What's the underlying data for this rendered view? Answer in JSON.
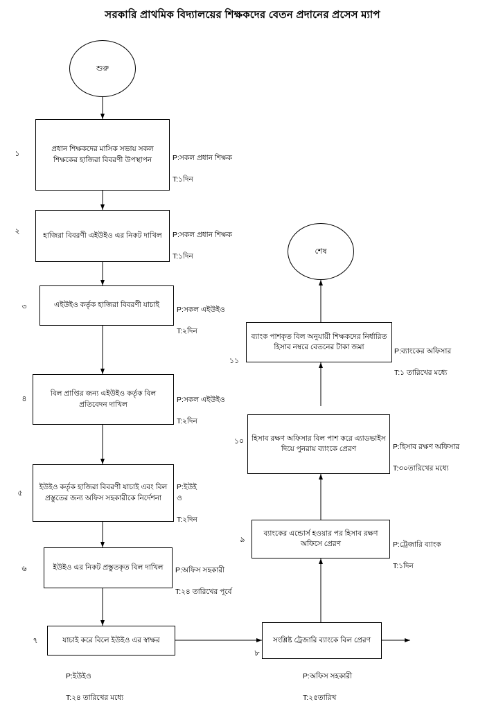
{
  "title": "সরকারি প্রাথমিক বিদ্যালয়ের শিক্ষকদের বেতন প্রদানের প্রসেস ম্যাপ",
  "terminators": {
    "start": "শুরু",
    "end": "শেষ"
  },
  "steps": [
    {
      "num": "১",
      "text": "প্রধান শিক্ষকদের মাসিক সভায় সকল শিক্ষকের হাজিরা বিবরণী উপস্থাপন",
      "p": "P:সকল প্রধান শিক্ষক",
      "t": "T:১দিন"
    },
    {
      "num": "২",
      "text": "হাজিরা বিবরণী এইউইও এর নিকট দাখিল",
      "p": "P:সকল প্রধান শিক্ষক",
      "t": "T:১দিন"
    },
    {
      "num": "৩",
      "text": "এইউইও কর্তৃক হাজিরা বিবরণী যাচাই",
      "p": "P:সকল এইউইও",
      "t": "T:২দিন"
    },
    {
      "num": "৪",
      "text": "বিল প্রাপ্তির জন্য এইউইও কর্তৃক বিল প্রতিবেদন দাখিল",
      "p": "P:সকল এইউইও",
      "t": "T:২দিন"
    },
    {
      "num": "৫",
      "text": "ইউইও কর্তৃক হাজিরা বিবরণী যাচাই এবং বিল প্রস্তুতের জন্য অফিস সহকারীকে নির্দেশনা",
      "p": "P:ইউই\nও",
      "t": "T:২দিন"
    },
    {
      "num": "৬",
      "text": "ইউইও এর নিকট প্রস্তুতকৃত বিল দাখিল",
      "p": "P:অফিস সহকারী",
      "t": "T:২৪ তারিখের পূর্বে"
    },
    {
      "num": "৭",
      "text": "যাচাই করে বিলে ইউইও এর স্বাক্ষর",
      "p": "P:ইউইও",
      "t": "T:২৪ তারিখের মধ্যে"
    },
    {
      "num": "৮",
      "text": "সংশ্লিষ্ট ট্রেজারি ব্যাংকে বিল প্রেরণ",
      "p": "P:অফিস সহকারী",
      "t": "T:২৫তারিখ"
    },
    {
      "num": "৯",
      "text": "ব্যাংকের এন্ডোর্স হওয়ার পর হিসাব রক্ষণ অফিসে প্রেরণ",
      "p": "P:ট্রেজারি ব্যাংক",
      "t": "T:১দিন"
    },
    {
      "num": "১০",
      "text": "হিসাব রক্ষণ অফিসার বিল পাশ করে এ্যাডভাইস দিয়ে পুনরায় ব্যাংকে প্রেরণ",
      "p": "P:হিসাব রক্ষণ অফিসার",
      "t": "T:৩০তারিখের মধ্যে"
    },
    {
      "num": "১১",
      "text": "ব্যাংক পাশকৃত বিল অনুযায়ী শিক্ষকদের নির্ধারিত হিসাব নম্বরে বেতনের টাকা জমা",
      "p": "P:ব্যাংকের অফিসার",
      "t": "T:১ তারিখের মধ্যে"
    }
  ]
}
